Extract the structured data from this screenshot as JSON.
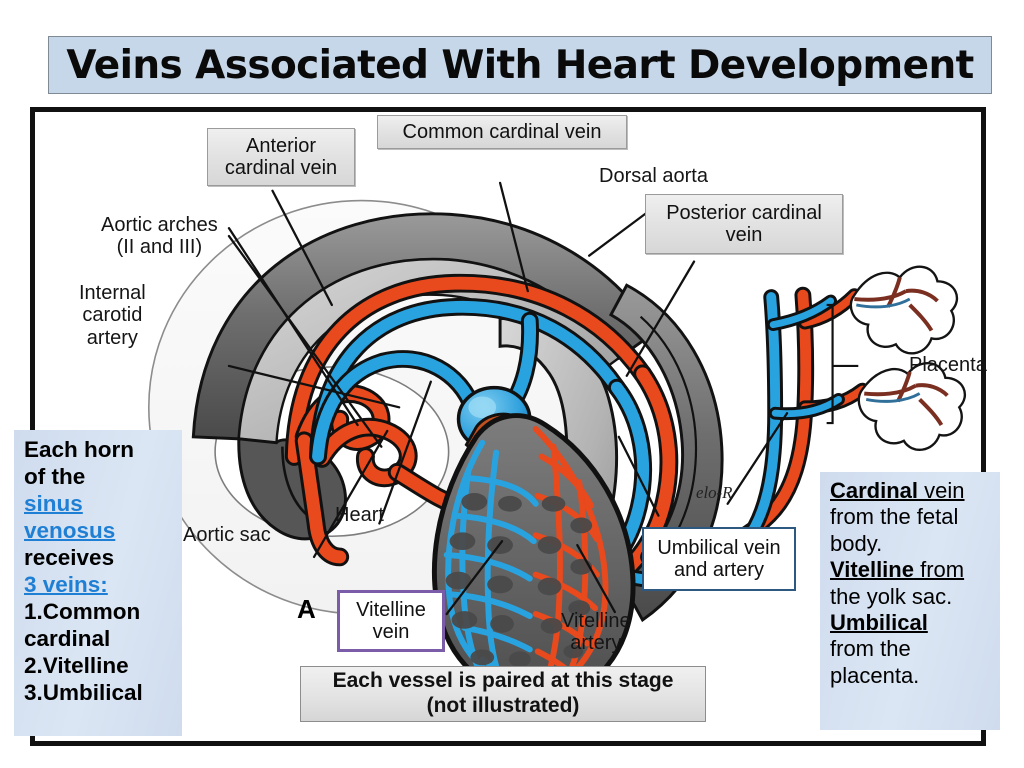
{
  "slide": {
    "title": "Veins Associated With Heart Development",
    "title_bg": "#c6d7e9",
    "accent_blue": "#1f7fd4",
    "artery_color": "#e8491d",
    "vein_color": "#29a3e0"
  },
  "figure": {
    "stage_letter": "A",
    "signature": "elo-R",
    "caption_line1": "Each vessel is paired at this stage",
    "caption_line2": "(not illustrated)",
    "labels": {
      "anterior_cardinal_vein_l1": "Anterior",
      "anterior_cardinal_vein_l2": "cardinal vein",
      "common_cardinal_vein": "Common cardinal vein",
      "dorsal_aorta": "Dorsal aorta",
      "posterior_cardinal_vein_l1": "Posterior cardinal",
      "posterior_cardinal_vein_l2": "vein",
      "aortic_arches_l1": "Aortic arches",
      "aortic_arches_l2": "(II and III)",
      "internal_carotid_artery_l1": "Internal",
      "internal_carotid_artery_l2": "carotid",
      "internal_carotid_artery_l3": "artery",
      "aortic_sac": "Aortic sac",
      "heart": "Heart",
      "vitelline_vein_l1": "Vitelline",
      "vitelline_vein_l2": "vein",
      "vitelline_artery_l1": "Vitelline",
      "vitelline_artery_l2": "artery",
      "umbilical_l1": "Umbilical vein",
      "umbilical_l2": "and artery",
      "placenta": "Placenta"
    }
  },
  "note_left": {
    "line1": "Each horn",
    "line2": "of the",
    "line3": "sinus",
    "line4": "venosus",
    "line5": "receives",
    "line6": "3 veins:",
    "line7": "1.Common",
    "line8": "cardinal",
    "line9": "2.Vitelline",
    "line10": "3.Umbilical"
  },
  "note_right": {
    "l1_strong": "Cardinal",
    "l1_rest": " vein",
    "l2": "from the fetal",
    "l3": "body.",
    "l4_strong": "Vitelline",
    "l4_rest": " from",
    "l5": "the yolk sac.",
    "l6_strong": "Umbilical",
    "l7": "from the",
    "l8": "placenta."
  }
}
